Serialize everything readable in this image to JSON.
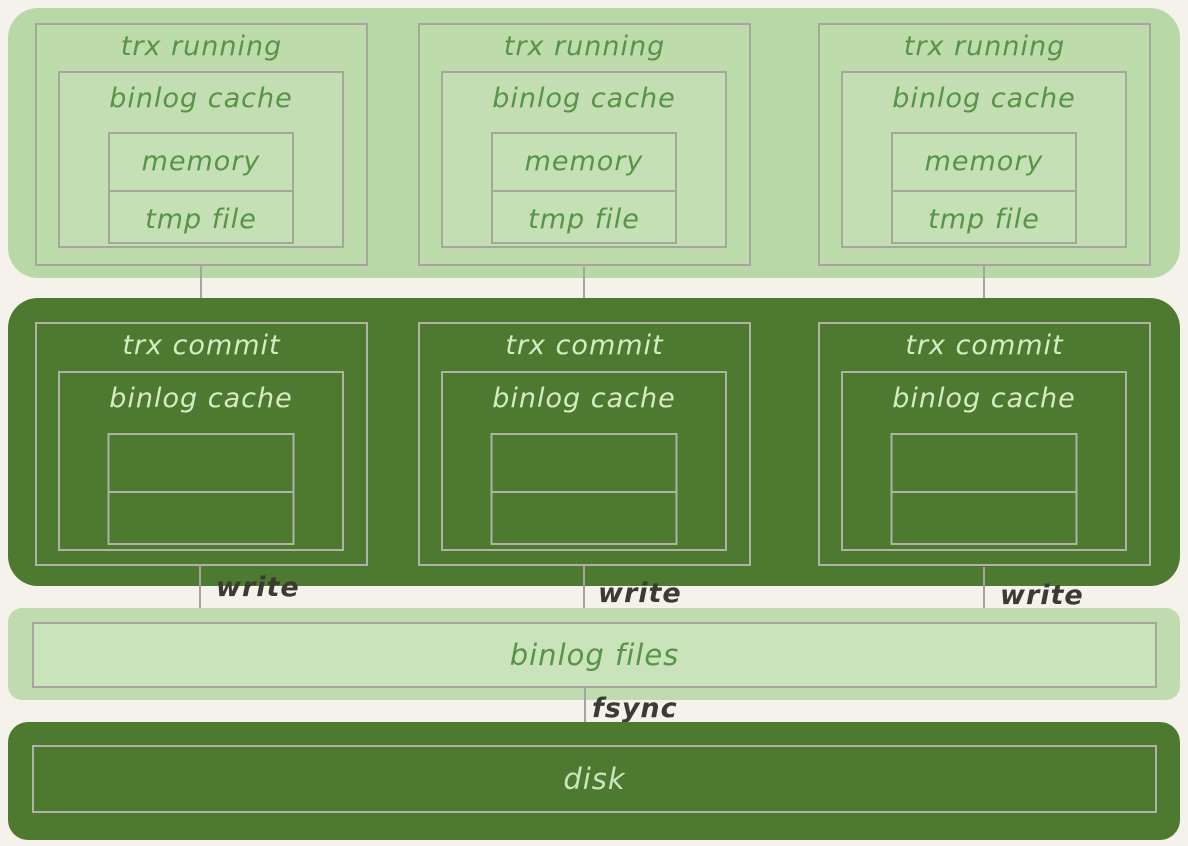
{
  "palette": {
    "page_background": "#f4f2ea",
    "light_green_panel": "#b9d8a7",
    "light_green_inner": "#c6e0b5",
    "dark_green_panel": "#4d7a30",
    "border_gray": "#a5a79d",
    "text_green": "#579447",
    "text_pale_green": "#d5ecc3",
    "text_dark": "#3b3b35",
    "arrow_gray": "#a3a59f"
  },
  "running_panel": {
    "columns": [
      {
        "title": "trx running",
        "cache_label": "binlog cache",
        "cells": [
          "memory",
          "tmp file"
        ]
      },
      {
        "title": "trx running",
        "cache_label": "binlog cache",
        "cells": [
          "memory",
          "tmp file"
        ]
      },
      {
        "title": "trx running",
        "cache_label": "binlog cache",
        "cells": [
          "memory",
          "tmp file"
        ]
      }
    ]
  },
  "commit_panel": {
    "columns": [
      {
        "title": "trx commit",
        "cache_label": "binlog cache"
      },
      {
        "title": "trx commit",
        "cache_label": "binlog cache"
      },
      {
        "title": "trx commit",
        "cache_label": "binlog cache"
      }
    ]
  },
  "flow_labels": {
    "write": [
      "write",
      "write",
      "write"
    ],
    "fsync": "fsync"
  },
  "binlog_files_label": "binlog files",
  "disk_label": "disk"
}
